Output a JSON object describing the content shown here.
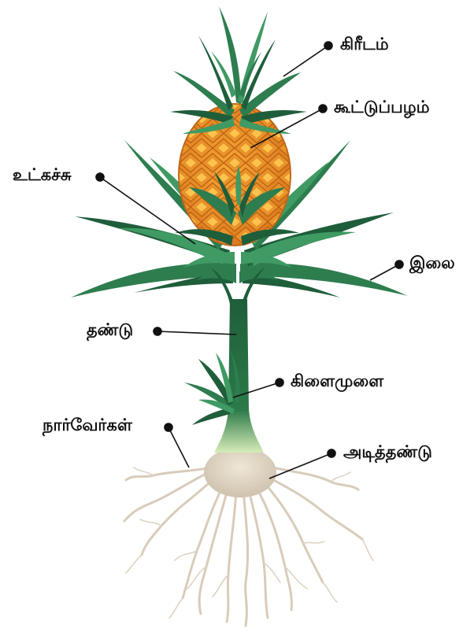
{
  "labels": {
    "crown": "கிரீடம்",
    "fruit": "கூட்டுப்பழம்",
    "peduncle": "உட்கச்சு",
    "leaf": "இலை",
    "stem": "தண்டு",
    "slip": "கிளைமுளை",
    "roots": "நார்வேர்கள்",
    "base": "அடித்தண்டு"
  },
  "colors": {
    "leaf_dark": "#1f5e3a",
    "leaf_mid": "#2e7d4f",
    "leaf_light": "#3f9a63",
    "fruit_outer": "#e8922a",
    "fruit_inner": "#ffc34d",
    "root": "#d9cdbb",
    "stem_base": "#c9e3a8"
  }
}
